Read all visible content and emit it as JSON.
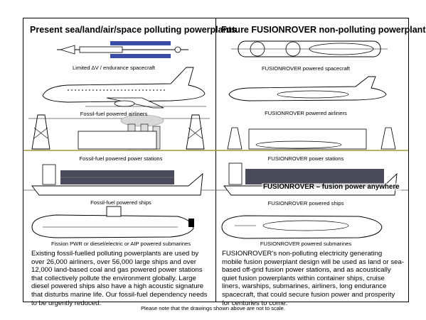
{
  "left": {
    "heading": "Present sea/land/air/space polluting powerplants",
    "captions": {
      "spacecraft": "Limited ΔV / endurance spacecraft",
      "airliners": "Fossil-fuel powered airliners",
      "stations": "Fossil-fuel powered power stations",
      "ships": "Fossil-fuel powered ships",
      "submarines": "Fission PWR or diesel/electric or AIP powered submarines"
    },
    "paragraph": "Existing fossil-fuelled polluting powerplants are used by over 26,000 airliners, over 56,000 large ships and over 12,000 land-based coal and gas powered power stations that collectively pollute the environment globally. Large diesel powered ships also have a high acoustic signature that disturbs marine life. Our fossil-fuel dependency needs to be urgently reduced."
  },
  "right": {
    "heading": "Future FUSIONROVER non-polluting powerplants",
    "captions": {
      "spacecraft": "FUSIONROVER powered spacecraft",
      "airliners": "FUSIONROVER powered airliners",
      "stations": "FUSIONROVER power stations",
      "banner": "FUSIONROVER – fusion power anywhere",
      "ships": "FUSIONROVER powered ships",
      "submarines": "FUSIONROVER powered submarines"
    },
    "paragraph": "FUSIONROVER's non-polluting electricity generating mobile fusion powerplant design will be used as land or sea-based off-grid fusion power stations, and as acoustically quiet fusion powerplants within container ships, cruise liners, warships, submarines, airliners, long endurance spacecraft, that could secure fusion power and prosperity for centuries to come."
  },
  "footnote": "Please note that the drawings shown above are not to scale.",
  "colors": {
    "ground": "#9c9c3a",
    "solar_panel": "#3a4ea8",
    "container": "#4a4a5a"
  }
}
